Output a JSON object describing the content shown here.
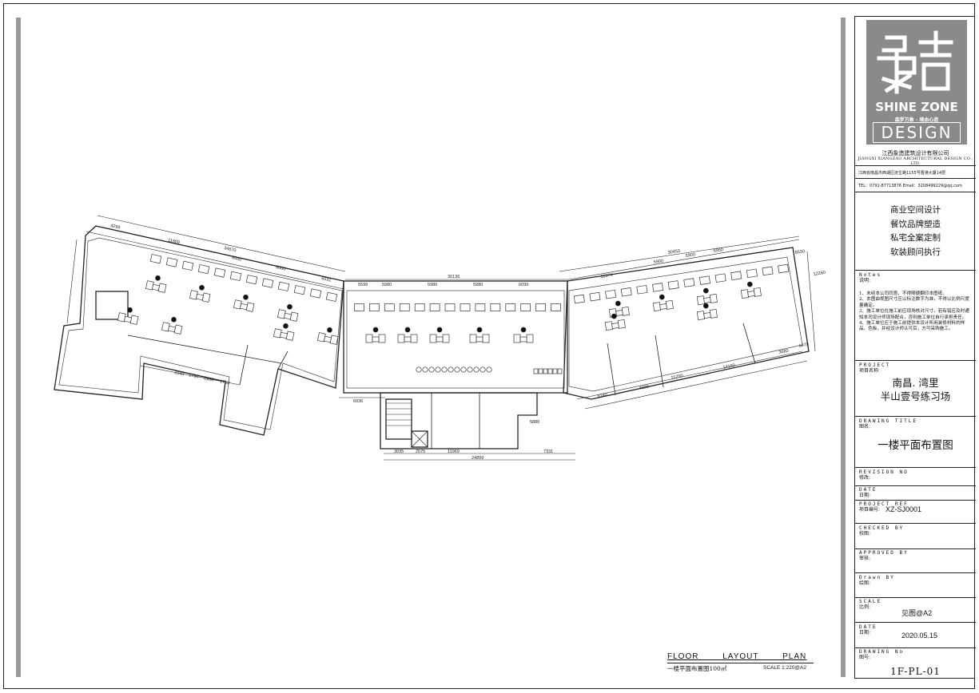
{
  "brand": {
    "logo_name": "SHINE ZONE",
    "logo_slogan": "森罗万象 · 境由心造",
    "logo_design": "DESIGN",
    "company_cn": "江西象造建筑设计有限公司",
    "company_en": "JIANGXI XIANGZAO ARCHITECTURAL DESIGN CO., LTD.",
    "address": "江西省南昌市西湖区抚生路1155号晋港大厦14层",
    "tel": "TEL：0791-87713876  Email：3208499229@qq.com"
  },
  "services": [
    "商业空间设计",
    "餐饮品牌塑造",
    "私宅全案定制",
    "软装顾问执行"
  ],
  "notes": {
    "title": "Notes",
    "sub": "说明:",
    "items": [
      "1、未经本公司同意，不得随便翻印本图纸。",
      "2、本图由视图尺寸应以标注数字为准，不得以比例尺度量确定。",
      "3、施工单位在施工前应现场核对尺寸，若有错应及时通知本司设计师现场配合，否则施工单位自行承担责任。",
      "4、施工单位应于施工前提供本设计所用装修材料的样品、色板，并经设计师认可后，方可采购施工。"
    ]
  },
  "project": {
    "title": "PROJECT",
    "sub": "项目名称:",
    "name_line1": "南昌. 湾里",
    "name_line2": "半山壹号练习场"
  },
  "drawing_title": {
    "title": "DRAWING  TITLE",
    "sub": "图名:",
    "value": "一楼平面布置图"
  },
  "revision": {
    "title": "REVISION NO",
    "sub": "修改:"
  },
  "date_field": {
    "title": "DATE",
    "sub": "日期:"
  },
  "project_ref": {
    "title": "PROJECT REF",
    "sub": "项目编号:",
    "value": "XZ-SJ0001"
  },
  "checked_by": {
    "title": "CHECKED BY",
    "sub": "校图:"
  },
  "approved_by": {
    "title": "APPROVED BY",
    "sub": "审核:"
  },
  "drawn_by": {
    "title": "Drawn BY",
    "sub": "绘图:"
  },
  "scale_field": {
    "title": "SCALE",
    "sub": "比例:",
    "value": "见图@A2"
  },
  "date_final": {
    "title": "DATE",
    "sub": "日期:",
    "value": "2020.05.15"
  },
  "drawing_no": {
    "title": "DRAWING No",
    "sub": "图号:",
    "value": "1F-PL-01"
  },
  "caption": {
    "en": "FLOOR LAYOUT PLAN",
    "cn": "一楼平面布置图100㎡",
    "scale": "SCALE 1:220@A2"
  },
  "dimensions": {
    "top_left": [
      "4299",
      "11809",
      "34670",
      "8000",
      "6000",
      "6531"
    ],
    "top_middle": [
      "5599",
      "5980",
      "5980",
      "5980",
      "6099",
      "30136"
    ],
    "top_right": [
      "11574",
      "30453",
      "5900",
      "5900",
      "5950",
      "6530",
      "12260"
    ],
    "left_lower": [
      "2040",
      "1750",
      "2100",
      "1750"
    ],
    "bottom": [
      "6936",
      "3035",
      "2575",
      "11969",
      "7331",
      "24899",
      "5880"
    ],
    "right_lower": [
      "6140",
      "4000",
      "31290",
      "14150",
      "3680",
      "6470"
    ]
  }
}
